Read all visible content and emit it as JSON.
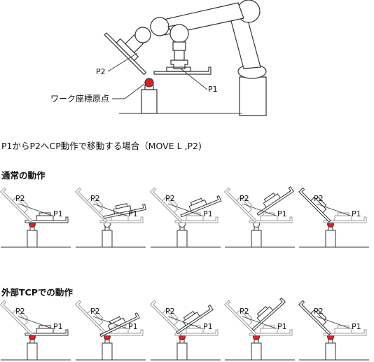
{
  "top": {
    "label_p2": "P2",
    "label_p1": "P1",
    "label_origin": "ワーク座標原点"
  },
  "main_caption": "P1からP2へCP動作で移動する場合（MOVE L ,P2)",
  "sections": [
    {
      "title": "通常の動作",
      "mode": "normal",
      "label_p1": "P1",
      "label_p2": "P2"
    },
    {
      "title": "外部TCPでの動作",
      "mode": "external",
      "label_p1": "P1",
      "label_p2": "P2"
    }
  ],
  "frames": 5,
  "colors": {
    "line": "#333333",
    "faint": "#9a9a9a",
    "origin": "#e02020",
    "white": "#ffffff"
  }
}
